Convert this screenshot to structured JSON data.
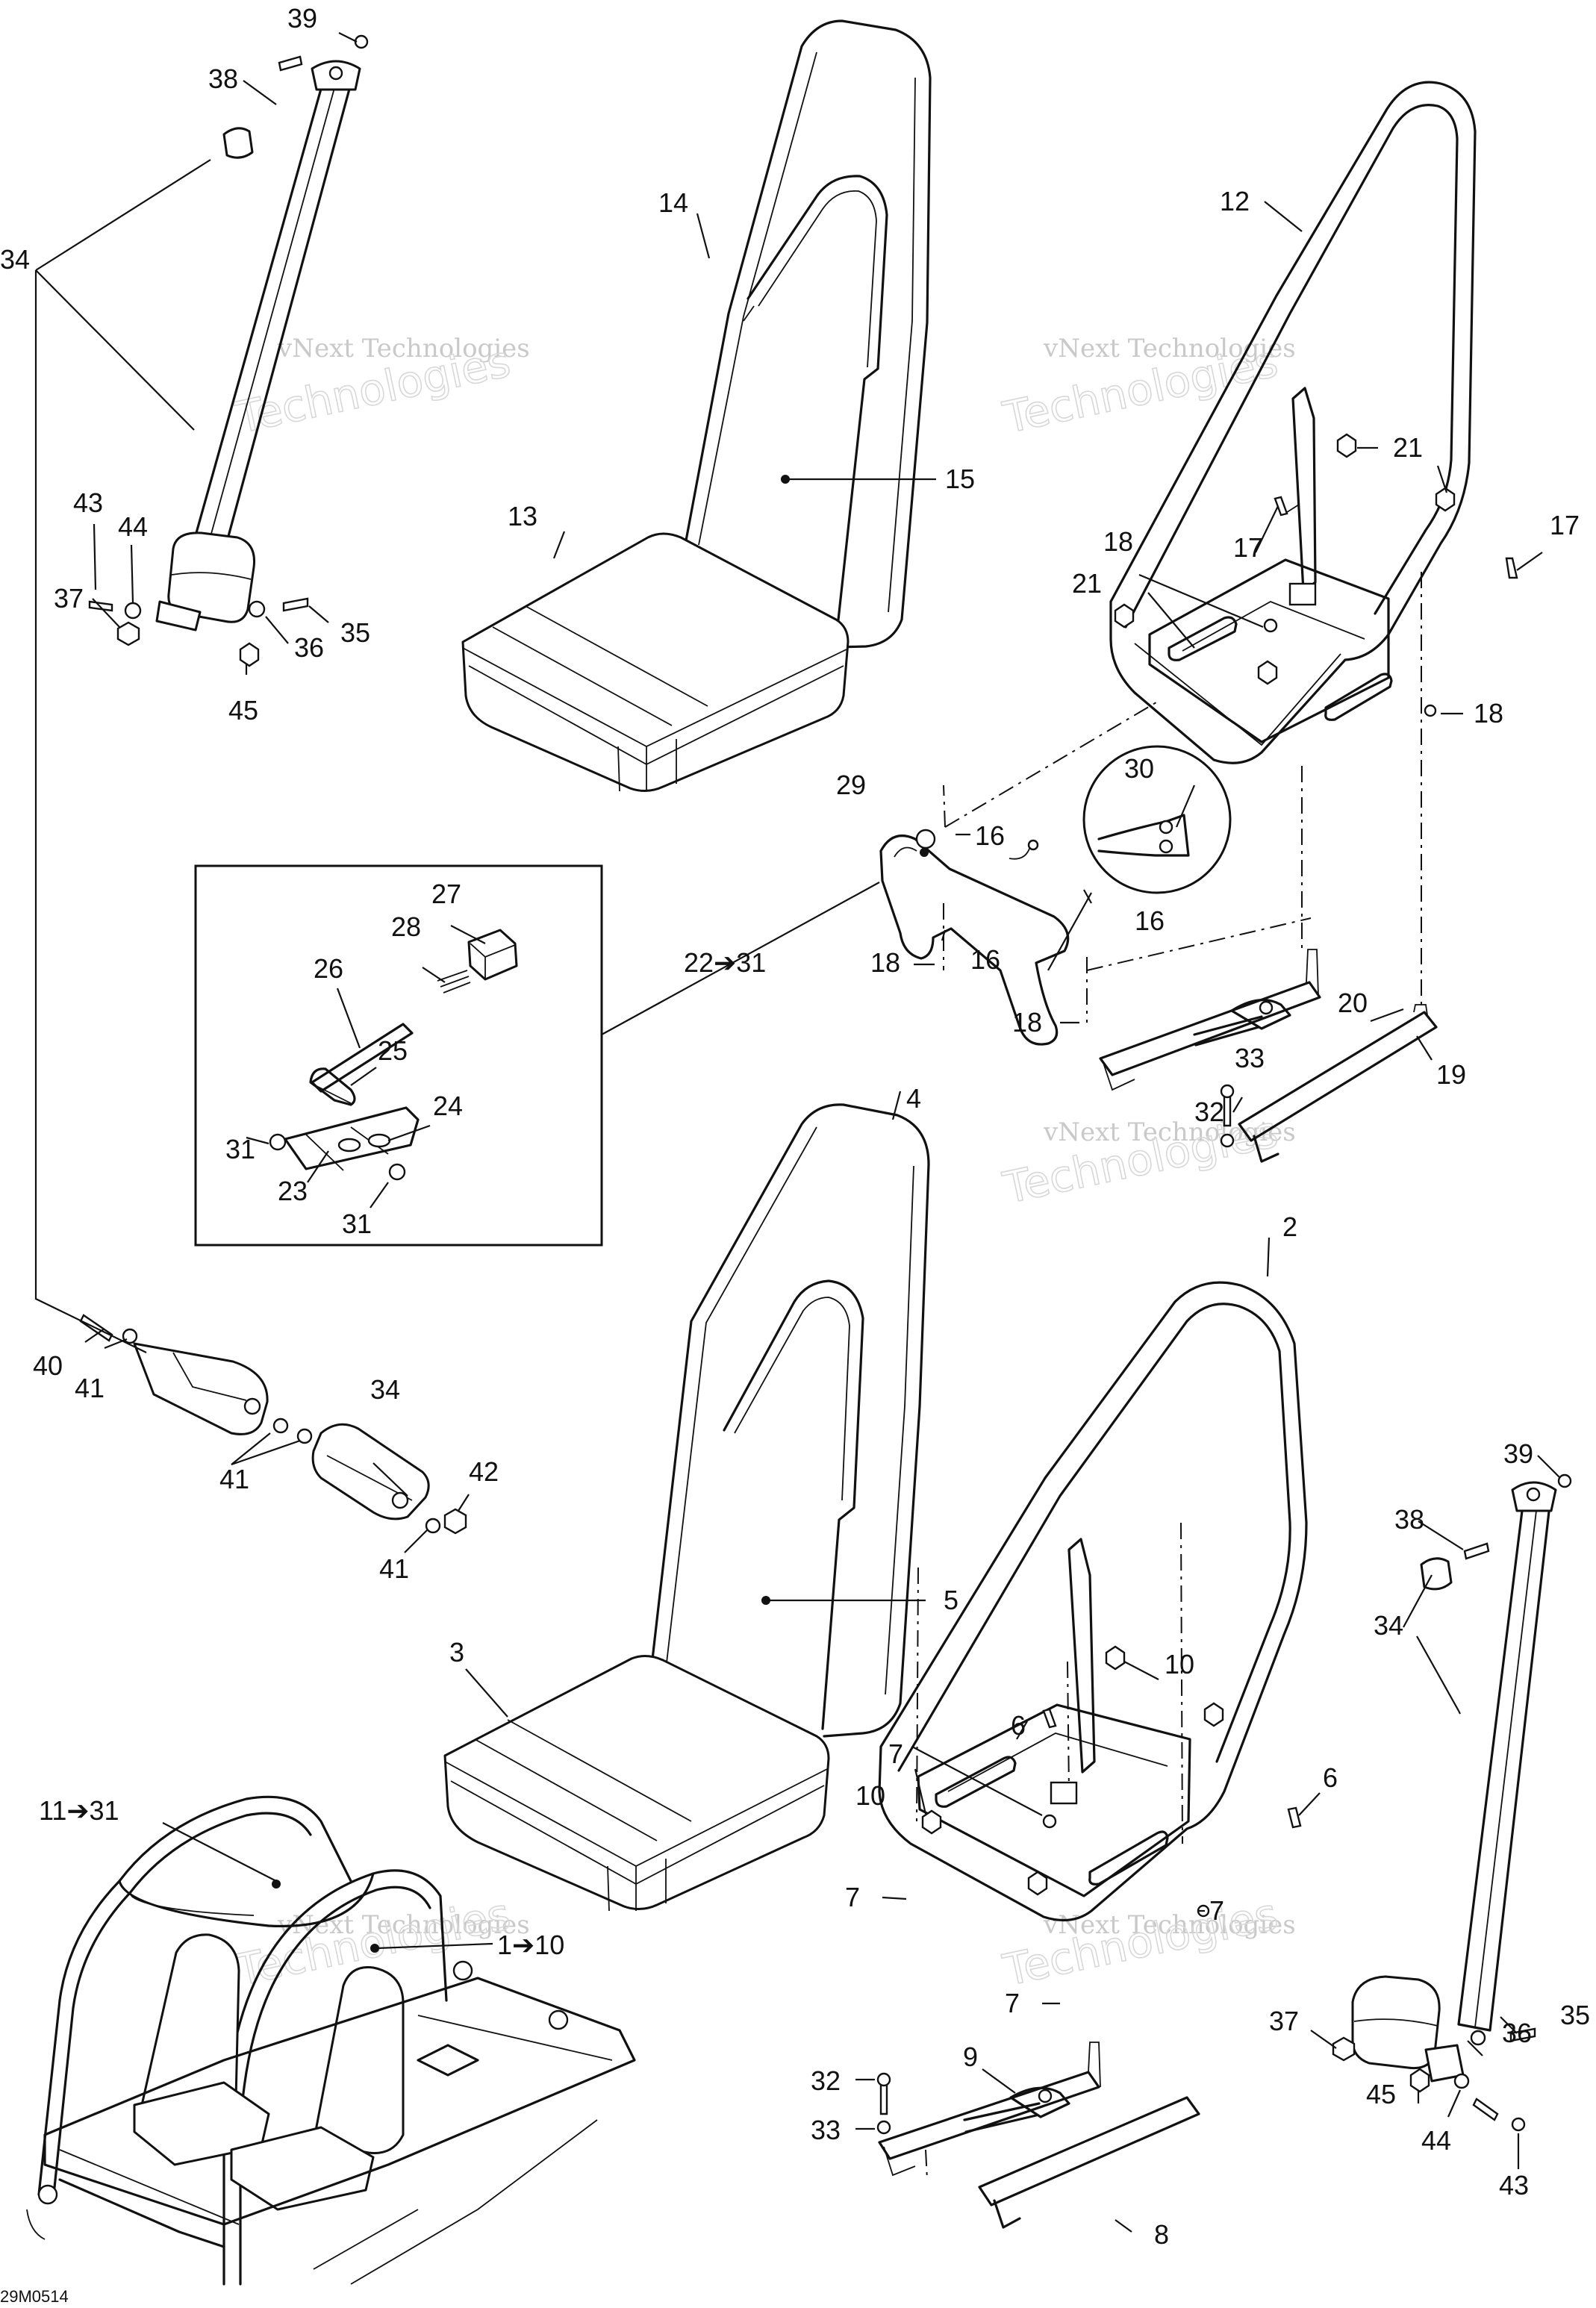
{
  "drawing_code": "29M0514",
  "watermark": {
    "line1": "vNext Technologies",
    "line2": "Technologies"
  },
  "callouts": {
    "c1_10": "1➔10",
    "c2": "2",
    "c3": "3",
    "c4": "4",
    "c5": "5",
    "c6a": "6",
    "c6b": "6",
    "c7a": "7",
    "c7b": "7",
    "c7c": "7",
    "c7d": "7",
    "c8": "8",
    "c9": "9",
    "c10a": "10",
    "c10b": "10",
    "c11_31": "11➔31",
    "c12": "12",
    "c13": "13",
    "c14": "14",
    "c15": "15",
    "c16a": "16",
    "c16b": "16",
    "c16c": "16",
    "c17a": "17",
    "c17b": "17",
    "c18a": "18",
    "c18b": "18",
    "c18c": "18",
    "c18d": "18",
    "c19": "19",
    "c20": "20",
    "c21a": "21",
    "c21b": "21",
    "c22_31": "22➔31",
    "c23": "23",
    "c24": "24",
    "c25": "25",
    "c26": "26",
    "c27": "27",
    "c28": "28",
    "c29": "29",
    "c30": "30",
    "c31a": "31",
    "c31b": "31",
    "c32a": "32",
    "c32b": "32",
    "c33a": "33",
    "c33b": "33",
    "c34a": "34",
    "c34b": "34",
    "c34c": "34",
    "c35a": "35",
    "c35b": "35",
    "c36a": "36",
    "c36b": "36",
    "c37a": "37",
    "c37b": "37",
    "c38a": "38",
    "c38b": "38",
    "c39a": "39",
    "c39b": "39",
    "c40": "40",
    "c41a": "41",
    "c41b": "41",
    "c41c": "41",
    "c42": "42",
    "c43a": "43",
    "c43b": "43",
    "c44a": "44",
    "c44b": "44",
    "c45a": "45",
    "c45b": "45"
  }
}
